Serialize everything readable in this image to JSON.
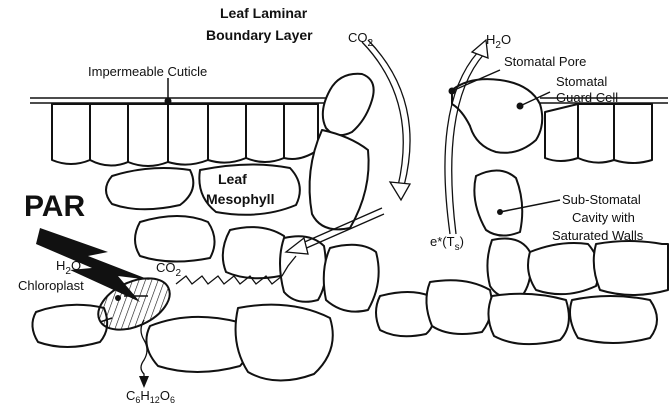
{
  "labels": {
    "boundary_layer_line1": "Leaf Laminar",
    "boundary_layer_line2": "Boundary Layer",
    "co2_top": "CO",
    "co2_top_sub": "2",
    "h2o_top": "H",
    "h2o_top_sub": "2",
    "h2o_top_end": "O",
    "stomatal_pore": "Stomatal Pore",
    "guard_cell_line1": "Stomatal",
    "guard_cell_line2": "Guard Cell",
    "impermeable_cuticle": "Impermeable Cuticle",
    "mesophyll_line1": "Leaf",
    "mesophyll_line2": "Mesophyll",
    "par": "PAR",
    "sub_stomatal_line1": "Sub-Stomatal",
    "sub_stomatal_line2": "Cavity with",
    "sub_stomatal_line3": "Saturated Walls",
    "e_star": "e",
    "e_star_rest": "*(T",
    "e_star_sub": "s",
    "e_star_end": ")",
    "h2o_chloro": "H",
    "h2o_chloro_sub": "2",
    "h2o_chloro_end": "O",
    "co2_chloro": "CO",
    "co2_chloro_sub": "2",
    "chloroplast": "Chloroplast",
    "glucose_c": "C",
    "glucose_6a": "6",
    "glucose_h": "H",
    "glucose_12": "12",
    "glucose_o": "O",
    "glucose_6b": "6"
  }
}
